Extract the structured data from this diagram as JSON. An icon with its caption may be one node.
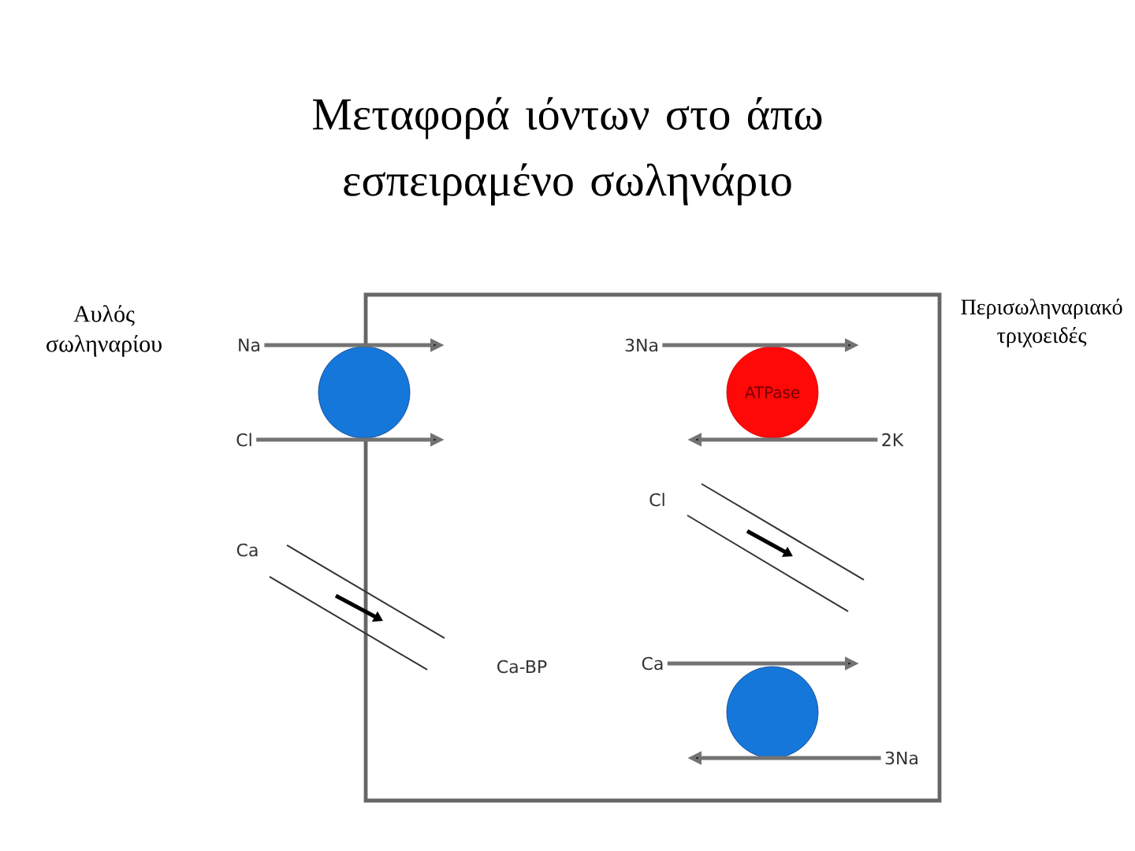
{
  "diagram": {
    "title": "Μεταφορά ιόντων στο άπω εσπειραμένο σωληνάριο",
    "nodes": [
      {
        "text": [],
        "shape": "circle"
      },
      {
        "text": [
          "ATPase"
        ]
      },
      {
        "text": [],
        "shape": "circle"
      },
      {
        "text": [
          "Na"
        ]
      },
      {
        "text": [
          "Cl"
        ]
      },
      {
        "text": [
          "3Na"
        ]
      },
      {
        "text": [
          "2K"
        ]
      },
      {
        "text": [
          "Ca"
        ]
      },
      {
        "text": [
          "3Na"
        ]
      }
    ],
    "edges": [
      {
        "from": 3,
        "to": null,
        "arrow": "to"
      },
      {
        "from": 4,
        "to": null,
        "arrow": "to"
      },
      {
        "from": 5,
        "to": null,
        "arrow": "to"
      },
      {
        "from": 6,
        "to": null,
        "arrow": "to"
      },
      {
        "from": 7,
        "to": null,
        "arrow": "to"
      },
      {
        "from": 8,
        "to": null,
        "arrow": "to"
      }
    ],
    "labels": [
      "Αυλός σωληναρίου",
      "Περισωληναριακό τριχοειδές",
      "Ca",
      "Cl",
      "Ca-BP"
    ]
  }
}
